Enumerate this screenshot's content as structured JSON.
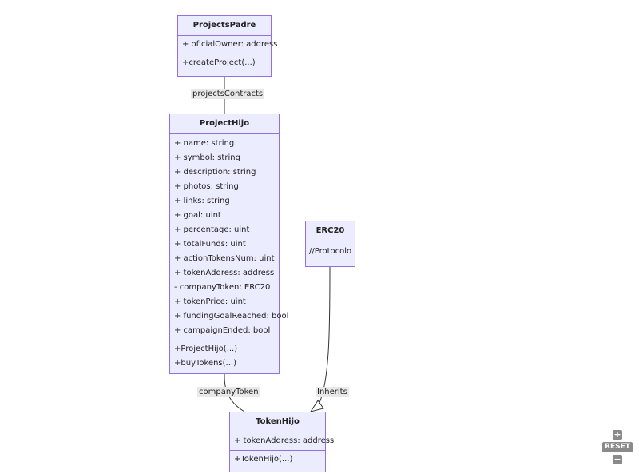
{
  "classes": {
    "projects_padre": {
      "name": "ProjectsPadre",
      "attributes": [
        "+ oficialOwner: address"
      ],
      "methods": [
        "+createProject(...)"
      ]
    },
    "project_hijo": {
      "name": "ProjectHijo",
      "attributes": [
        "+ name: string",
        "+ symbol: string",
        "+ description: string",
        "+ photos: string",
        "+ links: string",
        "+ goal: uint",
        "+ percentage: uint",
        "+ totalFunds: uint",
        "+ actionTokensNum: uint",
        "+ tokenAddress: address",
        "- companyToken: ERC20",
        "+ tokenPrice: uint",
        "+ fundingGoalReached: bool",
        "+ campaignEnded: bool"
      ],
      "methods": [
        "+ProjectHijo(...)",
        "+buyTokens(...)"
      ]
    },
    "erc20": {
      "name": "ERC20",
      "attributes": [
        "//Protocolo"
      ],
      "methods": []
    },
    "token_hijo": {
      "name": "TokenHijo",
      "attributes": [
        "+ tokenAddress: address"
      ],
      "methods": [
        "+TokenHijo(...)"
      ]
    }
  },
  "relations": {
    "projects_contracts": "projectsContracts",
    "company_token": "companyToken",
    "inherits": "Inherits"
  },
  "controls": {
    "zoom_in": "+",
    "reset": "RESET",
    "zoom_out": "−"
  },
  "colors": {
    "box_fill": "#ECECFF",
    "box_border": "#9370DB",
    "edge": "#333333",
    "label_bg": "#e8e8e8",
    "control": "#8a8a8a"
  }
}
